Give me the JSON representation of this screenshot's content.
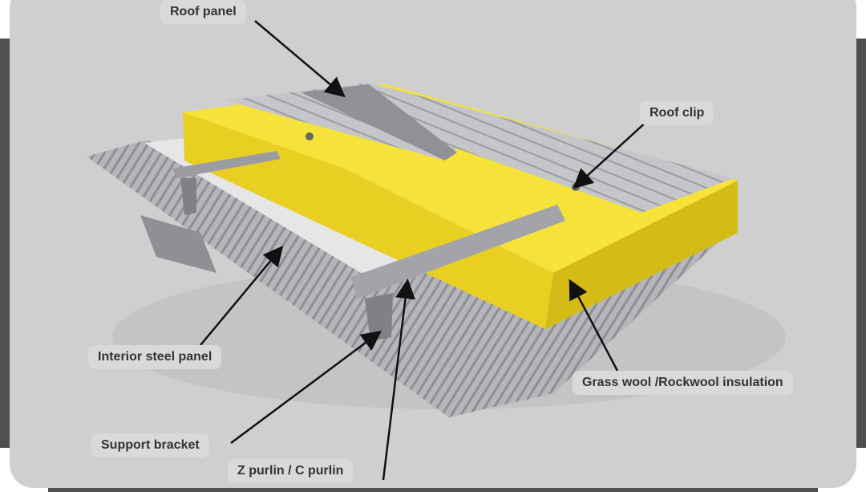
{
  "diagram": {
    "labels": {
      "roof_panel": "Roof panel",
      "roof_clip": "Roof clip",
      "interior_steel_panel": "Interior steel panel",
      "insulation": "Grass wool /Rockwool insulation",
      "support_bracket": "Support bracket",
      "purlin": "Z purlin / C purlin"
    },
    "colors": {
      "insulation": "#f2dc2a",
      "steel": "#a9abb0",
      "background": "#cfcfcf"
    }
  }
}
